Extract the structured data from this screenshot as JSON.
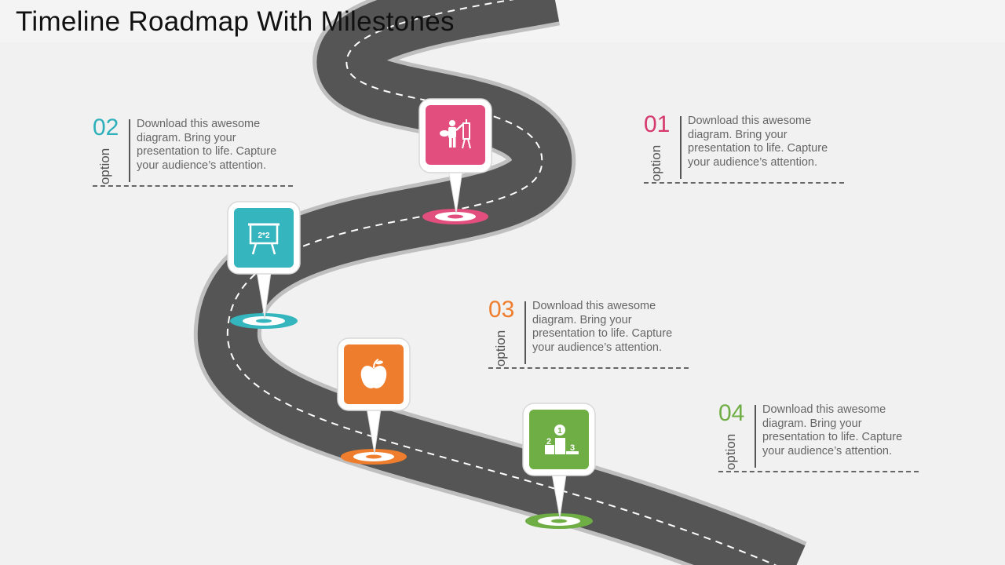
{
  "title": "Timeline Roadmap With Milestones",
  "colors": {
    "road": "#555555",
    "road_shadow": "#bdbdbd",
    "pink": "#e24f7e",
    "teal": "#35b5bd",
    "orange": "#ee7d2e",
    "green": "#6fae45"
  },
  "options": [
    {
      "number": "01",
      "label": "option",
      "color": "#d6396c",
      "text": "Download this awesome diagram. Bring your presentation to life. Capture your audience’s attention."
    },
    {
      "number": "02",
      "label": "option",
      "color": "#2eb0bb",
      "text": "Download this awesome diagram. Bring your presentation to life. Capture your audience’s attention."
    },
    {
      "number": "03",
      "label": "option",
      "color": "#ee7d2e",
      "text": "Download this awesome diagram. Bring your presentation to life. Capture your audience’s attention."
    },
    {
      "number": "04",
      "label": "option",
      "color": "#6fae45",
      "text": "Download this awesome diagram. Bring your presentation to life. Capture your audience’s attention."
    }
  ],
  "milestones": [
    {
      "icon": "artist-painting-icon",
      "color": "#e24f7e"
    },
    {
      "icon": "blackboard-icon",
      "color": "#35b5bd",
      "board_text": "2*2"
    },
    {
      "icon": "apple-icon",
      "color": "#ee7d2e"
    },
    {
      "icon": "podium-icon",
      "color": "#6fae45",
      "ranks": [
        "1",
        "2",
        "3"
      ]
    }
  ]
}
